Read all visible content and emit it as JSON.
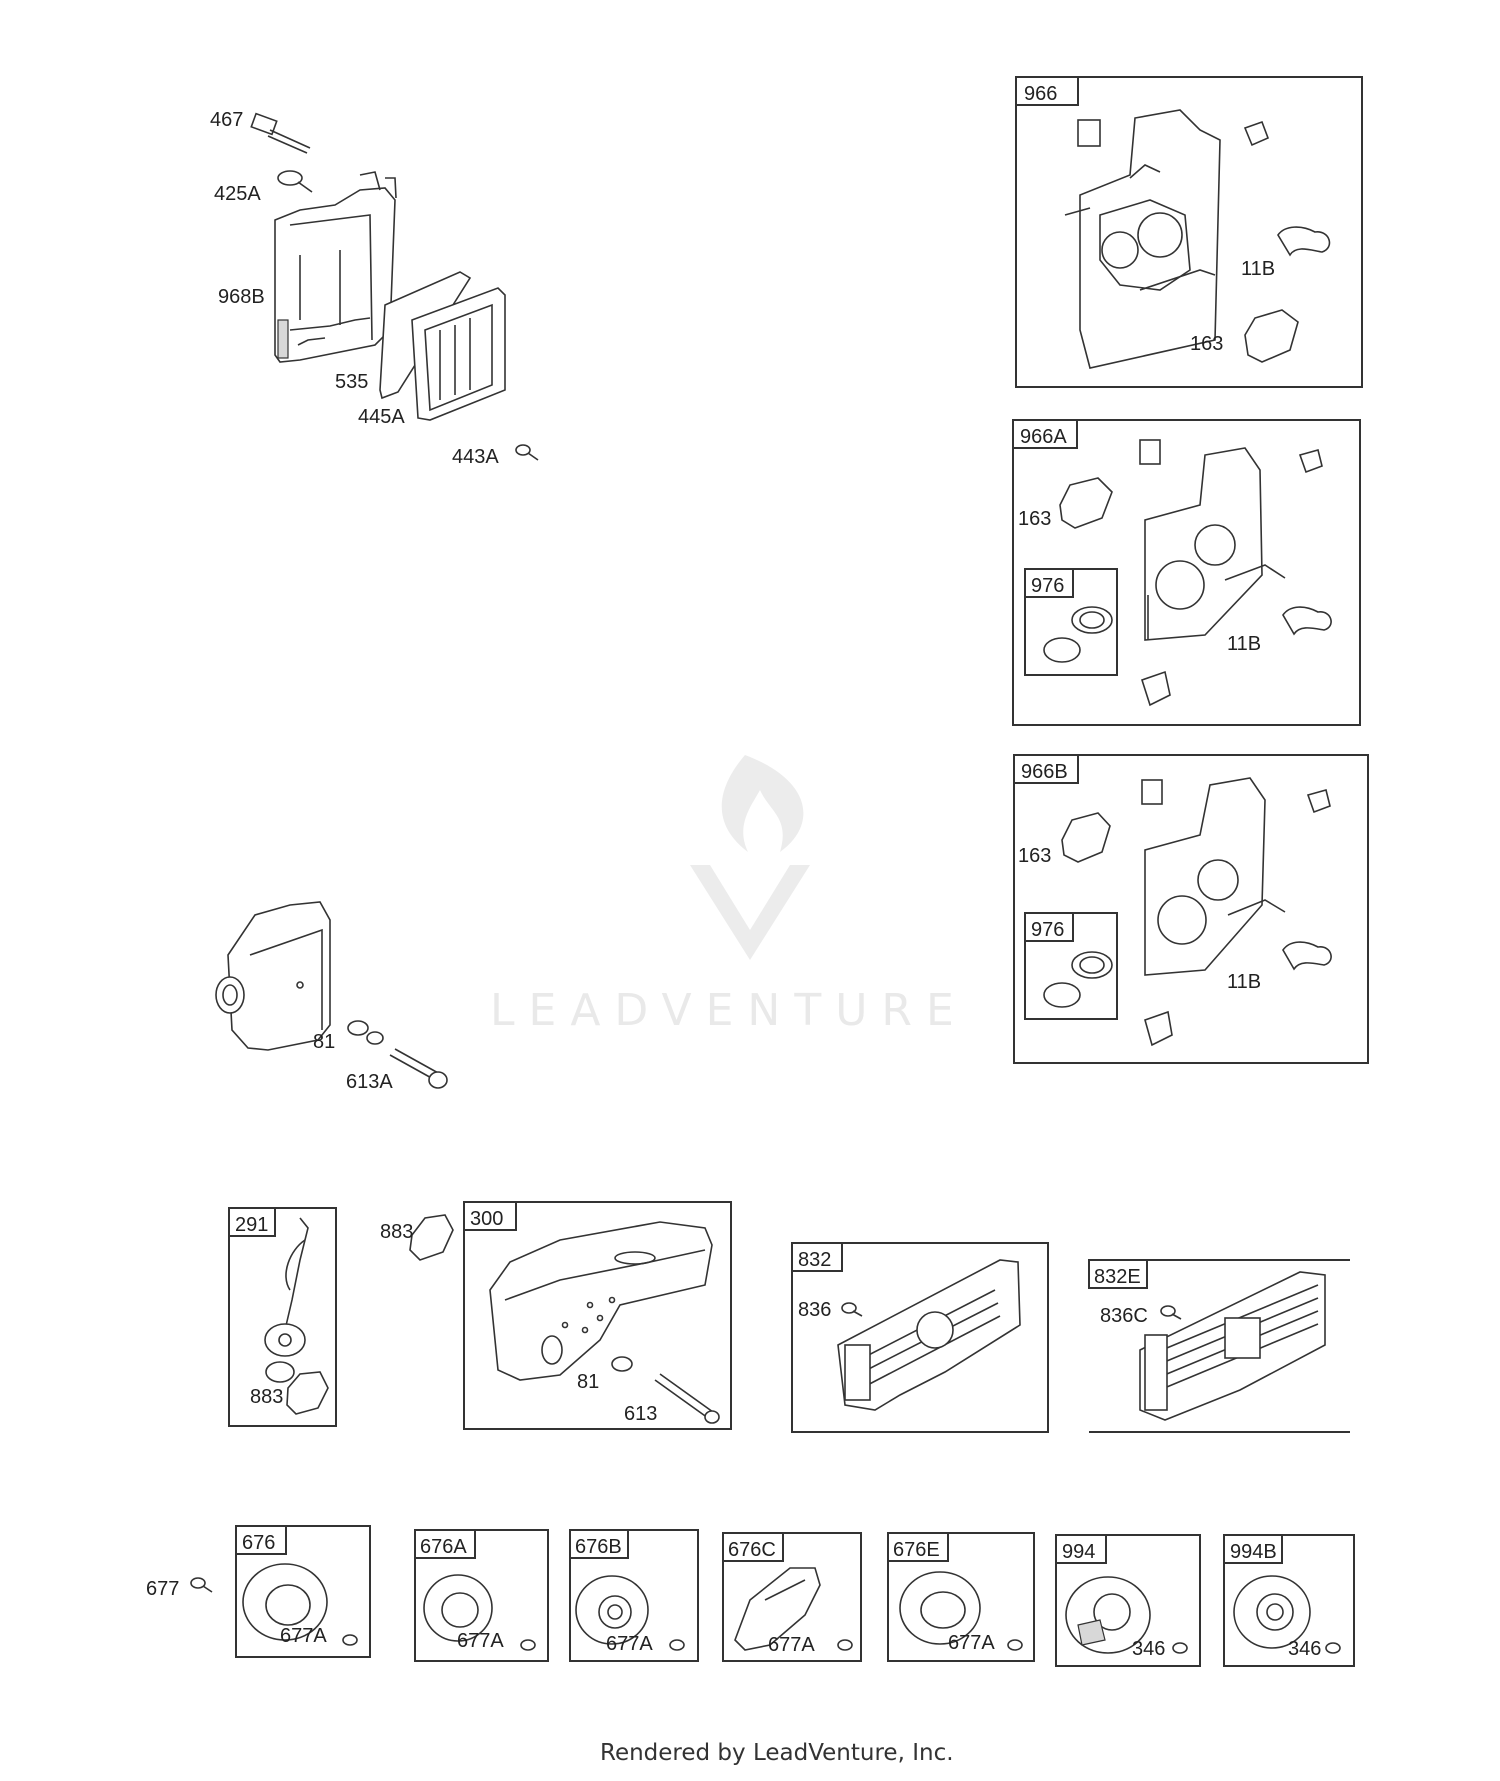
{
  "callouts": {
    "c467": "467",
    "c425A": "425A",
    "c968B": "968B",
    "c535": "535",
    "c445A": "445A",
    "c443A": "443A",
    "c81a": "81",
    "c613A": "613A",
    "c883a": "883",
    "c883b": "883",
    "c81b": "81",
    "c613": "613",
    "c836": "836",
    "c836C": "836C",
    "c677": "677",
    "c677A1": "677A",
    "c677A2": "677A",
    "c677A3": "677A",
    "c677A4": "677A",
    "c677A5": "677A",
    "c346a": "346",
    "c346b": "346",
    "c11B1": "11B",
    "c163a": "163",
    "c163b": "163",
    "c11B2": "11B",
    "c163c": "163",
    "c11B3": "11B"
  },
  "boxes": {
    "b966": "966",
    "b966A": "966A",
    "b976a": "976",
    "b966B": "966B",
    "b976b": "976",
    "b291": "291",
    "b300": "300",
    "b832": "832",
    "b832E": "832E",
    "b676": "676",
    "b676A": "676A",
    "b676B": "676B",
    "b676C": "676C",
    "b676E": "676E",
    "b994": "994",
    "b994B": "994B"
  },
  "watermark": {
    "text": "LEADVENTURE"
  },
  "footer": {
    "text": "Rendered by LeadVenture, Inc."
  }
}
